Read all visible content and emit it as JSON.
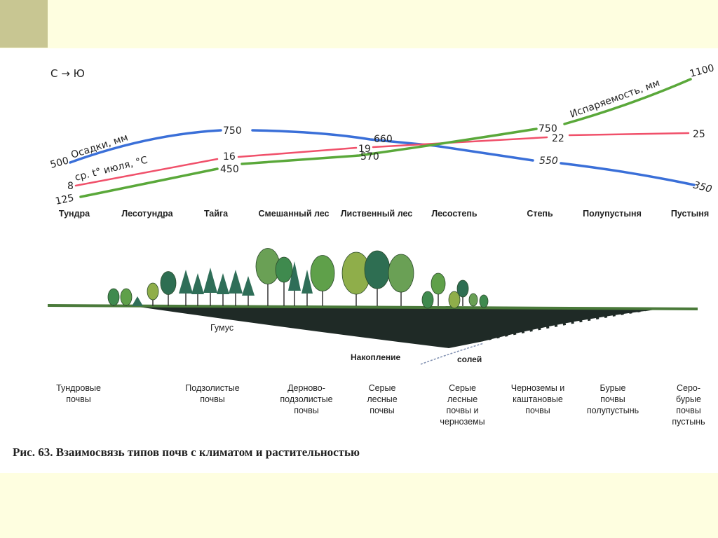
{
  "direction": "С → Ю",
  "zones": [
    "Тундра",
    "Лесотундра",
    "Тайга",
    "Смешанный лес",
    "Лиственный лес",
    "Лесостепь",
    "Степь",
    "Полупустыня",
    "Пустыня"
  ],
  "series": {
    "precipitation": {
      "name": "Осадки, мм",
      "color": "#3a6fd8",
      "labels": [
        "500",
        "750",
        "660",
        "550",
        "350"
      ]
    },
    "temperature": {
      "name": "ср. t° июля, °С",
      "color": "#f0506a",
      "labels": [
        "8",
        "16",
        "19",
        "22",
        "25"
      ]
    },
    "evaporation": {
      "name": "Испаряемость, мм",
      "color": "#5aa83a",
      "labels": [
        "125",
        "450",
        "570",
        "750",
        "1100"
      ]
    }
  },
  "soil_annotations": {
    "humus": "Гумус",
    "salt_left": "Накопление",
    "salt_right": "солей"
  },
  "soils": [
    [
      "Тундровые",
      "почвы"
    ],
    [
      "Подзолистые",
      "почвы"
    ],
    [
      "Дерново-",
      "подзолистые",
      "почвы"
    ],
    [
      "Серые",
      "лесные",
      "почвы"
    ],
    [
      "Серые",
      "лесные",
      "почвы и",
      "черноземы"
    ],
    [
      "Черноземы и",
      "каштановые",
      "почвы"
    ],
    [
      "Бурые",
      "почвы",
      "полупустынь"
    ],
    [
      "Серо-",
      "бурые",
      "почвы",
      "пустынь"
    ]
  ],
  "caption": "Рис. 63. Взаимосвязь типов почв с климатом и растительностью"
}
